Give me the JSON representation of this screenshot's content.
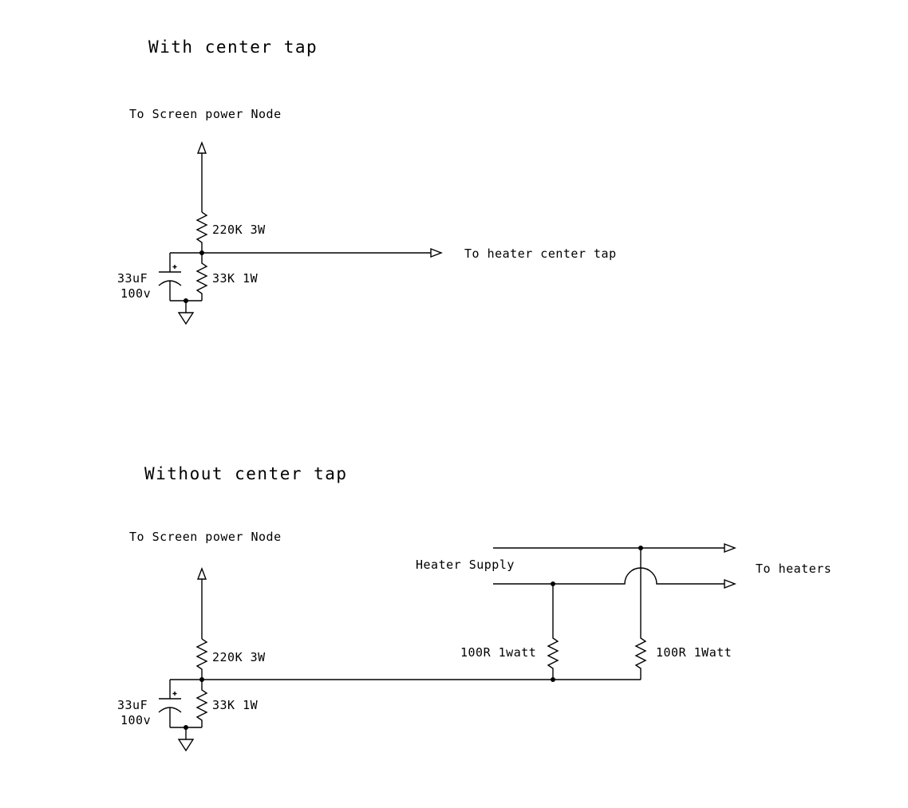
{
  "colors": {
    "ink": "#000000",
    "background": "#ffffff"
  },
  "top": {
    "title": "With center tap",
    "screen_node_label": "To Screen power Node",
    "r_upper_label": "220K 3W",
    "r_lower_label": "33K 1W",
    "cap_value_label": "33uF",
    "cap_voltage_label": "100v",
    "center_tap_label": "To heater center tap"
  },
  "bottom": {
    "title": "Without center tap",
    "screen_node_label": "To Screen power Node",
    "r_upper_label": "220K 3W",
    "r_lower_label": "33K 1W",
    "cap_value_label": "33uF",
    "cap_voltage_label": "100v",
    "heater_supply_label": "Heater Supply",
    "heaters_label": "To heaters",
    "r_left_heater_label": "100R 1watt",
    "r_right_heater_label": "100R 1Watt"
  }
}
